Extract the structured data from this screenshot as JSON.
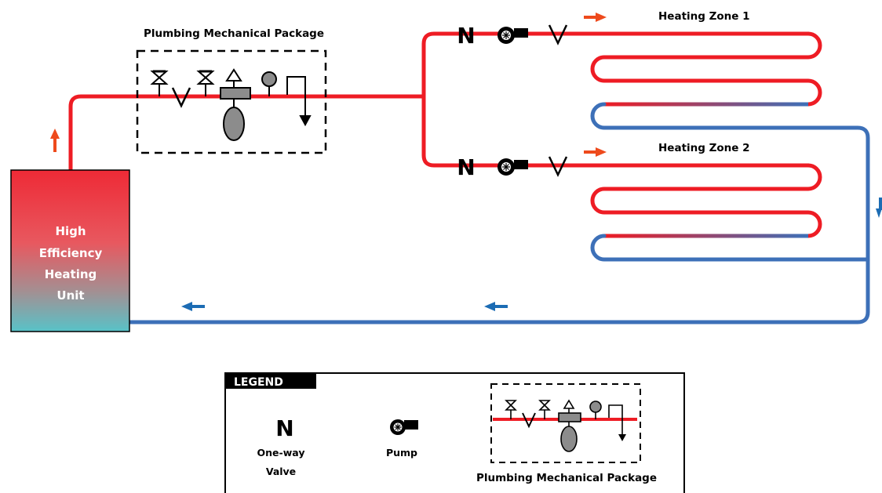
{
  "colors": {
    "hot": "#ee1c24",
    "cold": "#3d70b8",
    "outline": "#000000",
    "gauge_fill": "#8a8a8a",
    "tank_fill": "#8c8c8c"
  },
  "package": {
    "title": "Plumbing Mechanical Package"
  },
  "heater": {
    "line1": "High",
    "line2": "Efficiency",
    "line3": "Heating",
    "line4": "Unit"
  },
  "zones": [
    {
      "label": "Heating Zone 1"
    },
    {
      "label": "Heating Zone 2"
    }
  ],
  "legend": {
    "header": "LEGEND",
    "valve_symbol": "N",
    "valve_label_line1": "One-way",
    "valve_label_line2": "Valve",
    "pump_label": "Pump",
    "package_label": "Plumbing Mechanical Package"
  },
  "icons": {
    "flow_arrow": "arrow-icon",
    "pump": "pump-icon",
    "check_valve": "check-valve-icon",
    "ball_valve": "ball-valve-icon",
    "gauge": "gauge-icon",
    "expansion_tank": "expansion-tank-icon"
  }
}
